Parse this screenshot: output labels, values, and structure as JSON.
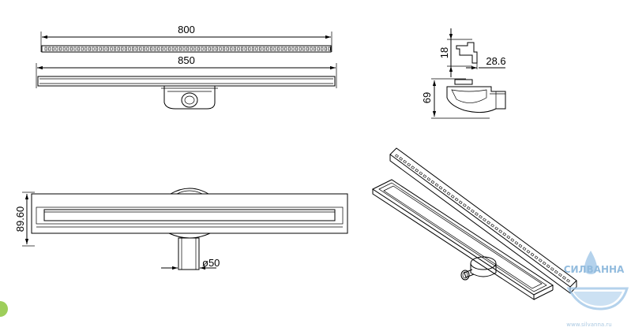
{
  "dimensions": {
    "grate_length": "800",
    "channel_length": "850",
    "grate_height": "18",
    "side_width": "28.6",
    "total_height": "69",
    "front_height": "89.60",
    "outlet_diameter": "ø50"
  },
  "watermark": {
    "brand": "СИЛВАННА",
    "url": "www.silvanna.ru",
    "color": "#7fb3d9"
  }
}
